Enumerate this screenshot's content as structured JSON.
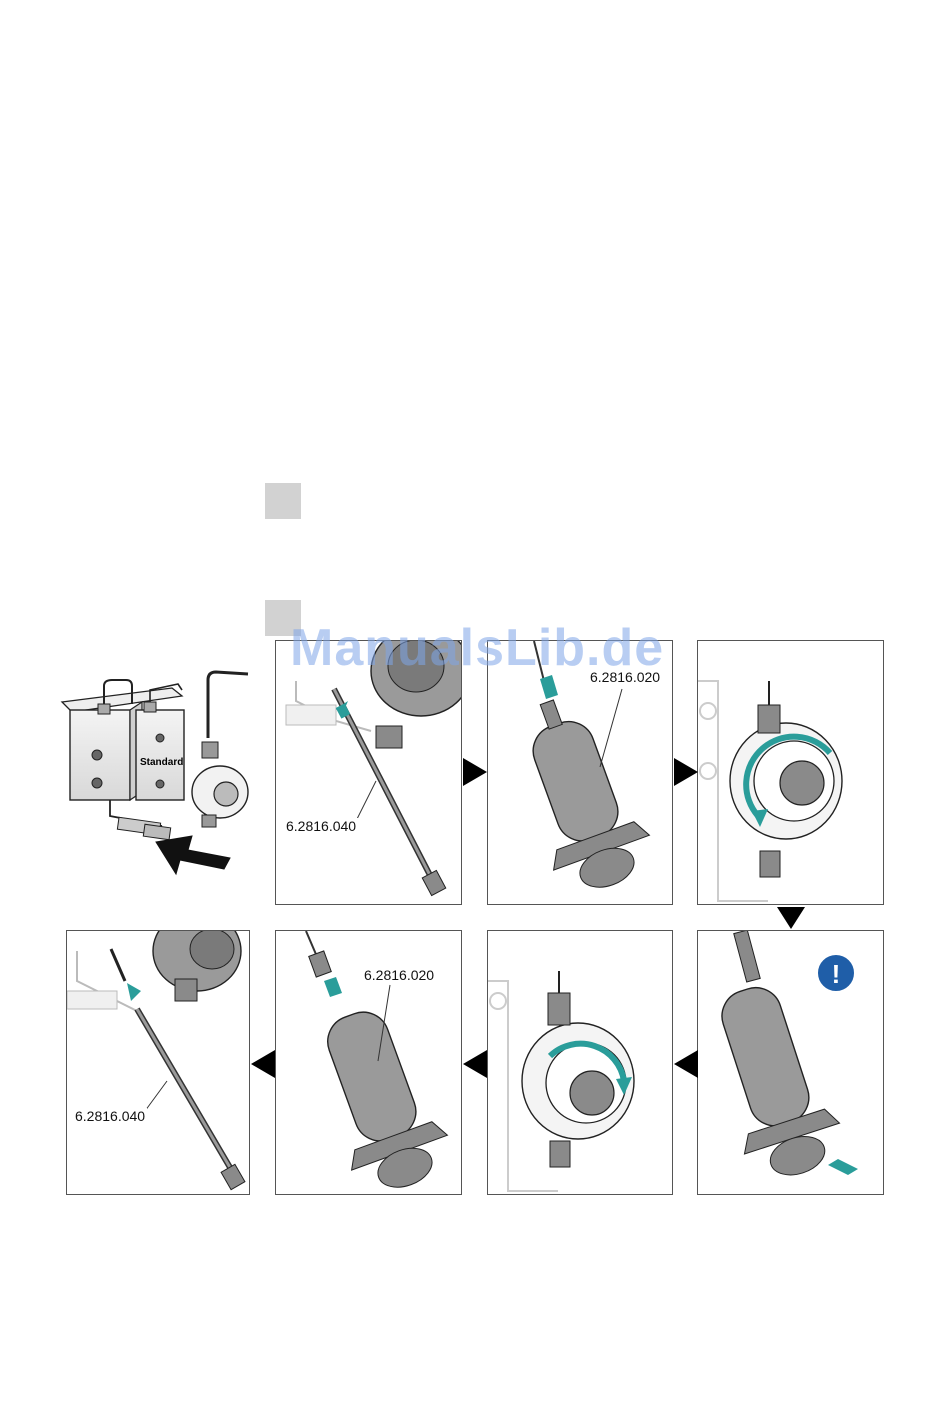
{
  "page": {
    "watermark": "ManualsLib.de"
  },
  "steps": {
    "box1": "",
    "box2": ""
  },
  "figure": {
    "overview_label": "Standard",
    "panels": [
      {
        "id": "insert-rod",
        "part_label": "6.2816.040"
      },
      {
        "id": "attach-syringe",
        "part_label": "6.2816.020"
      },
      {
        "id": "turn-knob-ccw",
        "part_label": ""
      },
      {
        "id": "pull-plunger",
        "part_label": "",
        "warning_icon": "exclamation-icon"
      },
      {
        "id": "turn-knob-cw",
        "part_label": ""
      },
      {
        "id": "remove-syringe",
        "part_label": "6.2816.020"
      },
      {
        "id": "remove-rod",
        "part_label": "6.2816.040"
      }
    ],
    "colors": {
      "accent": "#2a9d9a",
      "warning": "#1f5ea8",
      "device_gray": "#8a8a8a",
      "outline": "#222222"
    }
  }
}
